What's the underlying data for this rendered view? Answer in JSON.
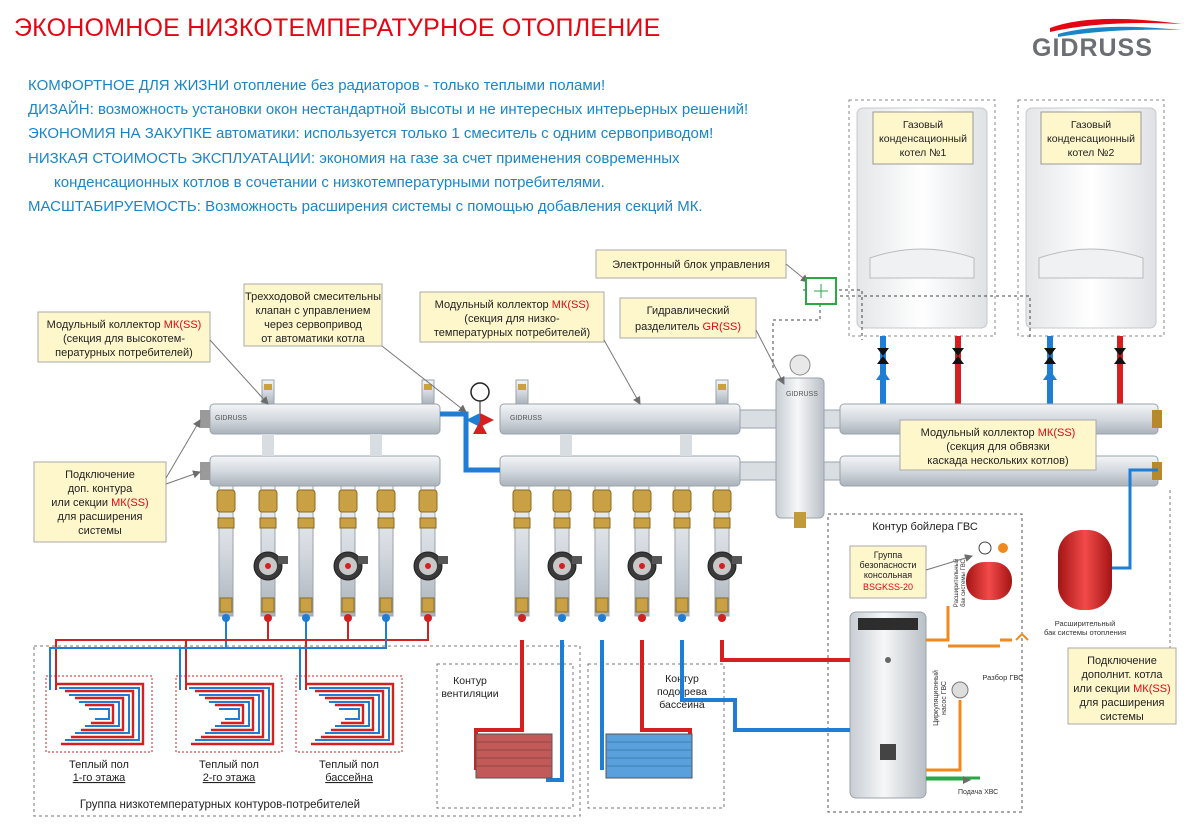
{
  "title": "ЭКОНОМНОЕ НИЗКОТЕМПЕРАТУРНОЕ ОТОПЛЕНИЕ",
  "brand": "GIDRUSS",
  "features": [
    "КОМФОРТНОЕ ДЛЯ ЖИЗНИ  отопление без радиаторов - только теплыми полами!",
    "ДИЗАЙН: возможность установки окон нестандартной высоты и не интересных интерьерных решений!",
    "ЭКОНОМИЯ НА ЗАКУПКЕ автоматики: используется только 1 смеситель с одним сервоприводом!",
    "НИЗКАЯ СТОИМОСТЬ ЭКСПЛУАТАЦИИ: экономия на газе за счет применения современных",
    "конденсационных котлов в сочетании с низкотемпературными потребителями.",
    "МАСШТАБИРУЕМОСТЬ: Возможность расширения системы с помощью добавления секций МК."
  ],
  "colors": {
    "title": "#e30613",
    "accent": "#1a86c8",
    "hot": "#d42020",
    "cold": "#1f7ed4",
    "callout_bg": "#fff7cc",
    "pipe": "#dfe4ea",
    "highlight": "#e30613"
  },
  "boilers": [
    {
      "line1": "Газовый",
      "line2": "конденсационный",
      "line3": "котел №1"
    },
    {
      "line1": "Газовый",
      "line2": "конденсационный",
      "line3": "котел №2"
    }
  ],
  "callouts": {
    "control_unit": "Электронный блок управления",
    "mixing_valve": [
      "Трехходовой смесительны",
      "клапан с управлением",
      "через сервопривод",
      "от автоматики котла"
    ],
    "collector_high": {
      "l1a": "Модульный коллектор ",
      "l1b": "МК(SS)",
      "l2": "(секция для высокотем-",
      "l3": "пературных потребителей)"
    },
    "collector_low": {
      "l1a": "Модульный коллектор ",
      "l1b": "МК(SS)",
      "l2": "(секция для низко-",
      "l3": "температурных потребителей)"
    },
    "hydraulic_separator": {
      "l1": "Гидравлический",
      "l2a": "разделитель ",
      "l2b": "GR(SS)"
    },
    "collector_cascade": {
      "l1a": "Модульный коллектор ",
      "l1b": "МК(SS)",
      "l2": "(секция для обвязки",
      "l3": "каскада нескольких котлов)"
    },
    "extra_circuit_left": {
      "l1": "Подключение",
      "l2": "доп. контура",
      "l3a": "или секции ",
      "l3b": "МК(SS)",
      "l4": "для расширения",
      "l5": "системы"
    },
    "extra_circuit_right": {
      "l1": "Подключение",
      "l2": "дополнит. котла",
      "l3a": "или секции ",
      "l3b": "МК(SS)",
      "l4": "для расширения",
      "l5": "системы"
    },
    "safety_group": {
      "l1": "Группа",
      "l2": "безопасности",
      "l3": "консольная",
      "l4": "BSGKSS-20"
    }
  },
  "labels": {
    "dhw_boiler_circuit": "Контур бойлера ГВС",
    "expansion_tank": [
      "Расширительный",
      "бак системы отопления"
    ],
    "ventilation": [
      "Контур",
      "вентиляции"
    ],
    "pool_heating": [
      "Контур",
      "подогрева",
      "бассейна"
    ],
    "floor_1": [
      "Теплый пол",
      "1-го этажа"
    ],
    "floor_2": [
      "Теплый пол",
      "2-го этажа"
    ],
    "floor_pool": [
      "Теплый пол",
      "бассейна"
    ],
    "group_low_temp": "Группа низкотемпературных контуров-потребителей",
    "dhw_tap": "Разбор ГВС",
    "cold_water": "Подача ХВС",
    "circ_pump": [
      "Циркуляционный",
      "насос ГВС"
    ],
    "dhw_exp_tank": [
      "Расширительный",
      "бак системы ГВС"
    ],
    "collector_brand": "GIDRUSS"
  }
}
